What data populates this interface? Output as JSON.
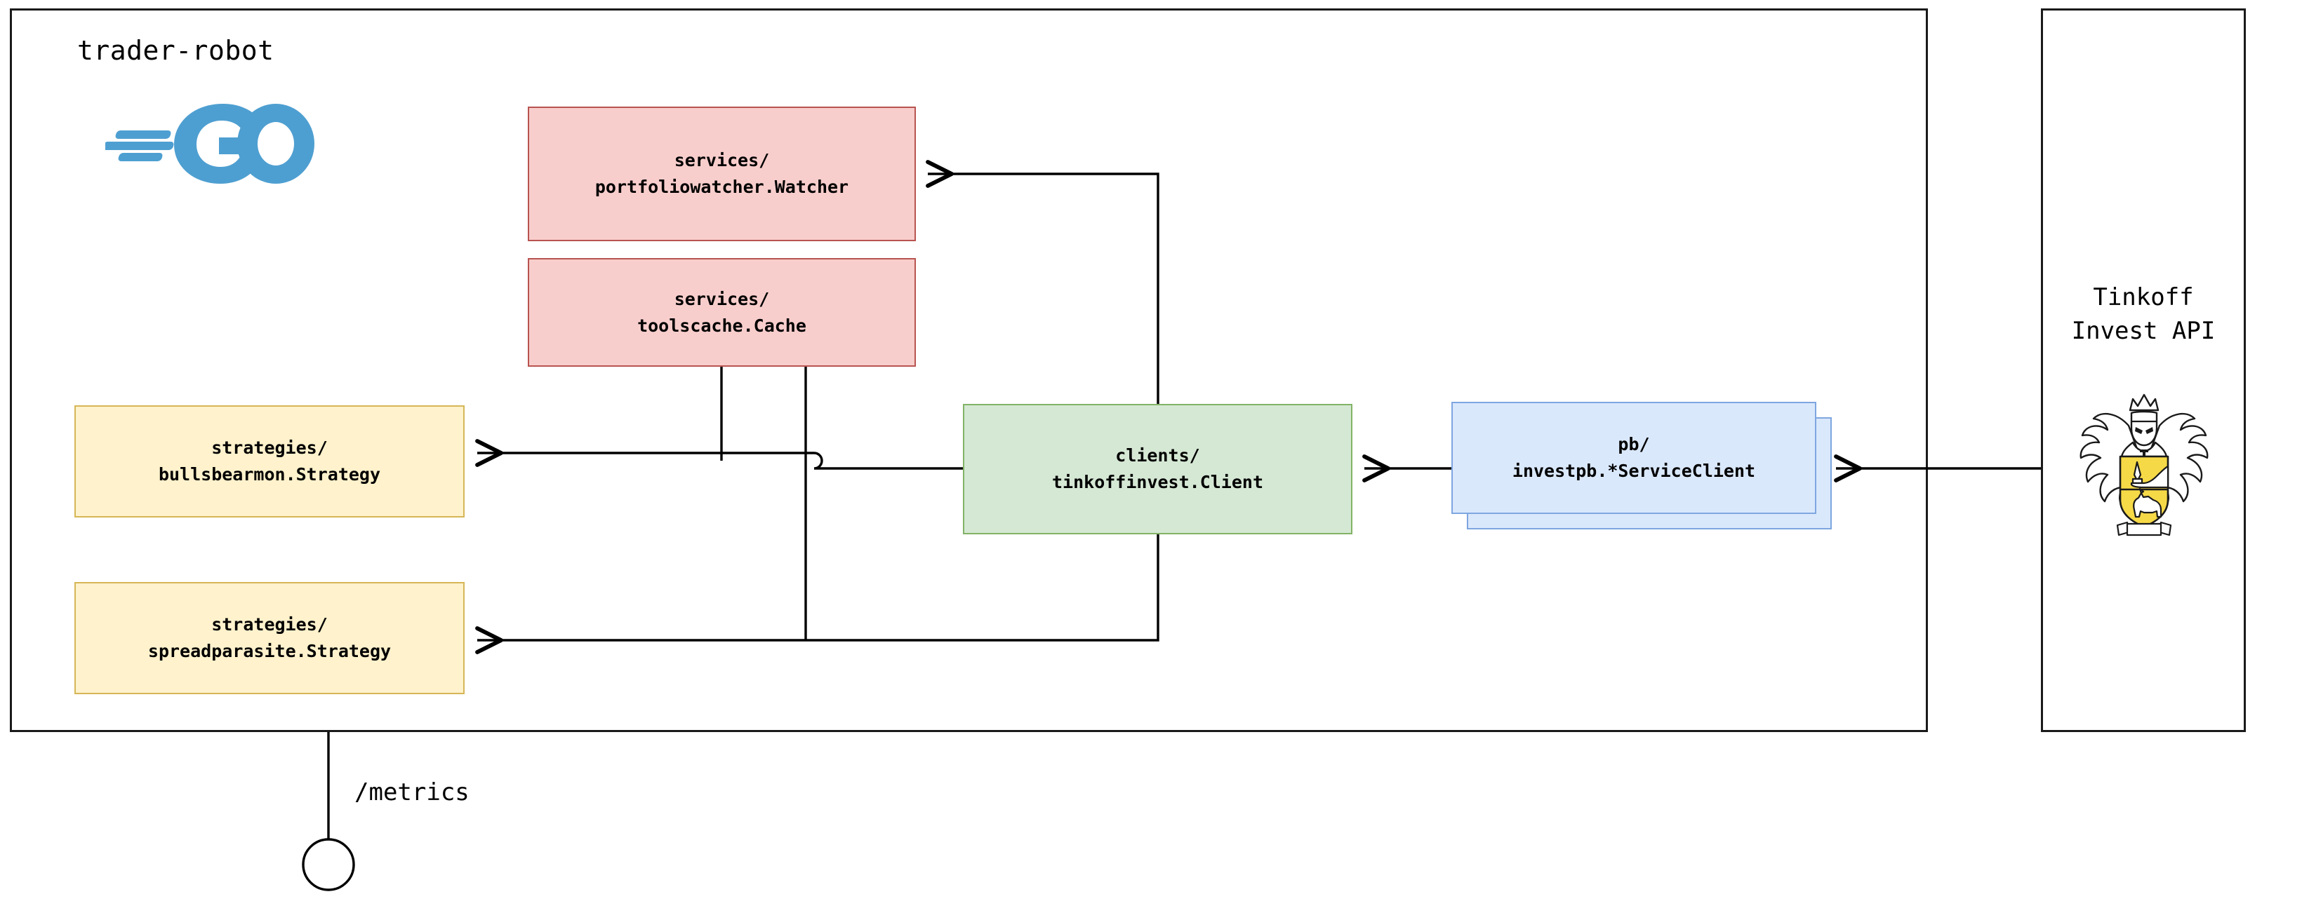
{
  "diagram": {
    "type": "architecture-block-diagram",
    "background": "#ffffff"
  },
  "containers": {
    "app": {
      "title": "trader-robot",
      "logo_icon": "go-gopher-logo",
      "logo_color": "#4e9fd1"
    },
    "external": {
      "title": "Tinkoff\nInvest API",
      "logo_icon": "tinkoff-coat-of-arms-logo",
      "logo_colors": {
        "shield": "#f6d947",
        "outline": "#1a1a1a",
        "field": "#ffffff"
      }
    }
  },
  "nodes": [
    {
      "id": "watcher",
      "label": "services/\nportfoliowatcher.Watcher",
      "fill": "#f8cecc",
      "stroke": "#b85450"
    },
    {
      "id": "cache",
      "label": "services/\ntoolscache.Cache",
      "fill": "#f8cecc",
      "stroke": "#b85450"
    },
    {
      "id": "bullsbearmon",
      "label": "strategies/\nbullsbearmon.Strategy",
      "fill": "#fff2cc",
      "stroke": "#d6b656"
    },
    {
      "id": "spreadparasite",
      "label": "strategies/\nspreadparasite.Strategy",
      "fill": "#fff2cc",
      "stroke": "#d6b656"
    },
    {
      "id": "client",
      "label": "clients/\ntinkoffinvest.Client",
      "fill": "#d5e8d4",
      "stroke": "#82b366"
    },
    {
      "id": "pb",
      "label": "pb/\ninvestpb.*ServiceClient",
      "fill": "#dae8fc",
      "stroke": "#7ea6e0",
      "stacked": true
    }
  ],
  "edges": [
    {
      "from": "client",
      "to": "watcher",
      "arrow": "open-v"
    },
    {
      "from": "client",
      "to": "bullsbearmon",
      "arrow": "open-v"
    },
    {
      "from": "client",
      "to": "spreadparasite",
      "arrow": "open-v"
    },
    {
      "from": "cache",
      "to": "bullsbearmon",
      "arrow": "none"
    },
    {
      "from": "cache",
      "to": "spreadparasite",
      "arrow": "none"
    },
    {
      "from": "pb",
      "to": "client",
      "arrow": "open-v"
    },
    {
      "from": "external",
      "to": "pb",
      "arrow": "open-v"
    }
  ],
  "endpoint": {
    "label": "/metrics",
    "icon": "circle-endpoint"
  },
  "line_color": "#000000"
}
